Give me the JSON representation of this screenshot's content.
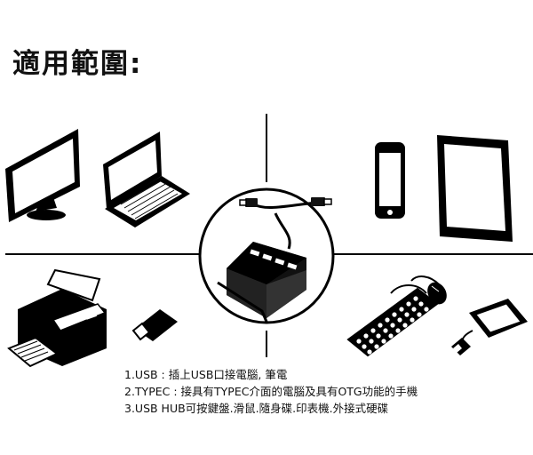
{
  "title": "適用範圍:",
  "notes": [
    "1.USB : 插上USB口接電腦, 筆電",
    "2.TYPEC : 接具有TYPEC介面的電腦及具有OTG功能的手機",
    "3.USB HUB可按鍵盤.滑鼠.隨身碟.印表機.外接式硬碟"
  ],
  "icons": [
    "monitor-icon",
    "laptop-icon",
    "smartphone-icon",
    "tablet-icon",
    "printer-icon",
    "usb-drive-icon",
    "usb-hub-icon",
    "keyboard-icon",
    "mouse-icon",
    "external-hard-drive-icon"
  ]
}
